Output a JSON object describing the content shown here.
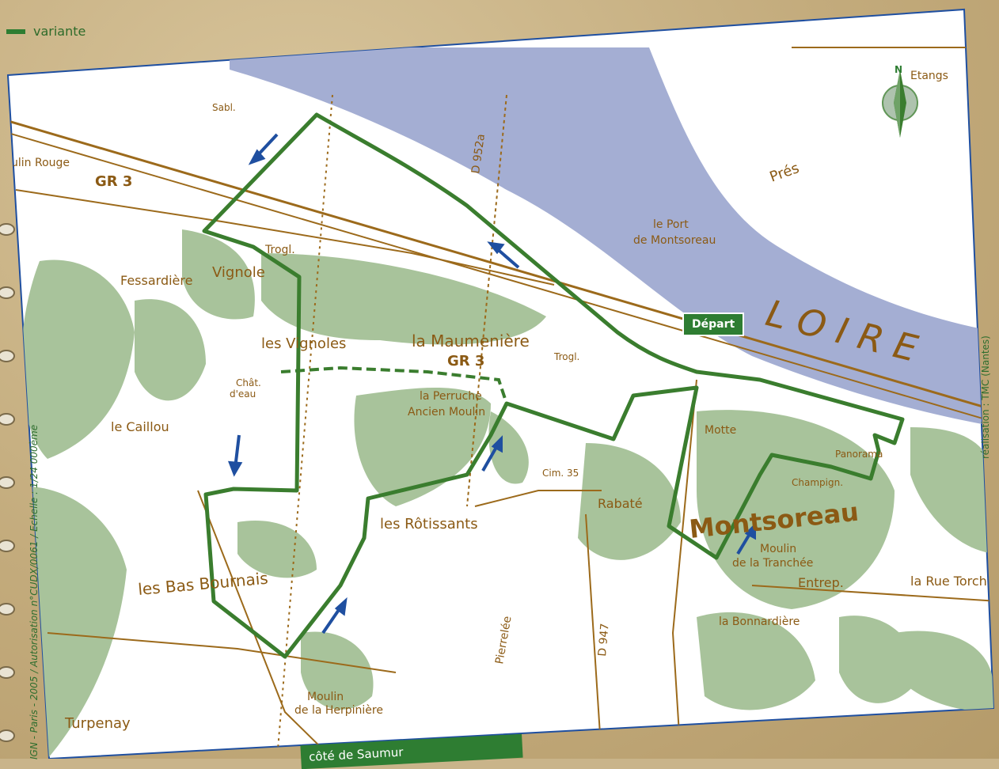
{
  "header": {
    "title": "",
    "legend_label": "variante"
  },
  "map": {
    "labels": {
      "loire": "L O I R E",
      "montsoreau": "Montsoreau",
      "port": "le Port",
      "port2": "de Montsoreau",
      "vignole": "Vignole",
      "les_vignoles": "les Vignoles",
      "maumeniere": "la Maumenière",
      "perruche": "la Perruche",
      "ancien_moulin": "Ancien Moulin",
      "rotissants": "les Rôtissants",
      "bas_bournais": "les Bas Bournais",
      "turpenay": "Turpenay",
      "caillou": "le Caillou",
      "fessardiere": "Fessardière",
      "moulin_rouge": "ulin Rouge",
      "herpiniere": "de la Herpinière",
      "moulin": "Moulin",
      "moulin2": "Moulin",
      "tranchee": "de la Tranchée",
      "entrep": "Entrep.",
      "bonnardiere": "la Bonnardière",
      "rue_torch": "la Rue Torch",
      "rabate": "Rabaté",
      "panorama": "Panorama",
      "pierrelee": "Pierrelée",
      "prairie": "Prés",
      "etangs": "Etangs",
      "gr3a": "GR 3",
      "gr3b": "GR 3",
      "d952": "D 952a",
      "d947": "D 947",
      "motte": "Motte",
      "chat_eau": "Chât.",
      "chat_eau2": "d'eau",
      "sabl": "Sabl.",
      "trogl": "Trogl.",
      "trogl2": "Trogl.",
      "champign": "Champign.",
      "cim": "Cim. 35",
      "n": "N"
    }
  },
  "depart_label": "Départ",
  "credits": {
    "left": "IGN - Paris - 2005 / Autorisation n°CUDX/0061 / Echelle : 1/24 000ème",
    "right": "réalisation : TMC (Nantes)"
  },
  "banner": "côté de Saumur",
  "colors": {
    "river": "#a4aed3",
    "forest": "#a8c39b",
    "route": "#3a7d2e",
    "map_ink": "#9c6a1b",
    "arrow": "#1f4fa0"
  }
}
